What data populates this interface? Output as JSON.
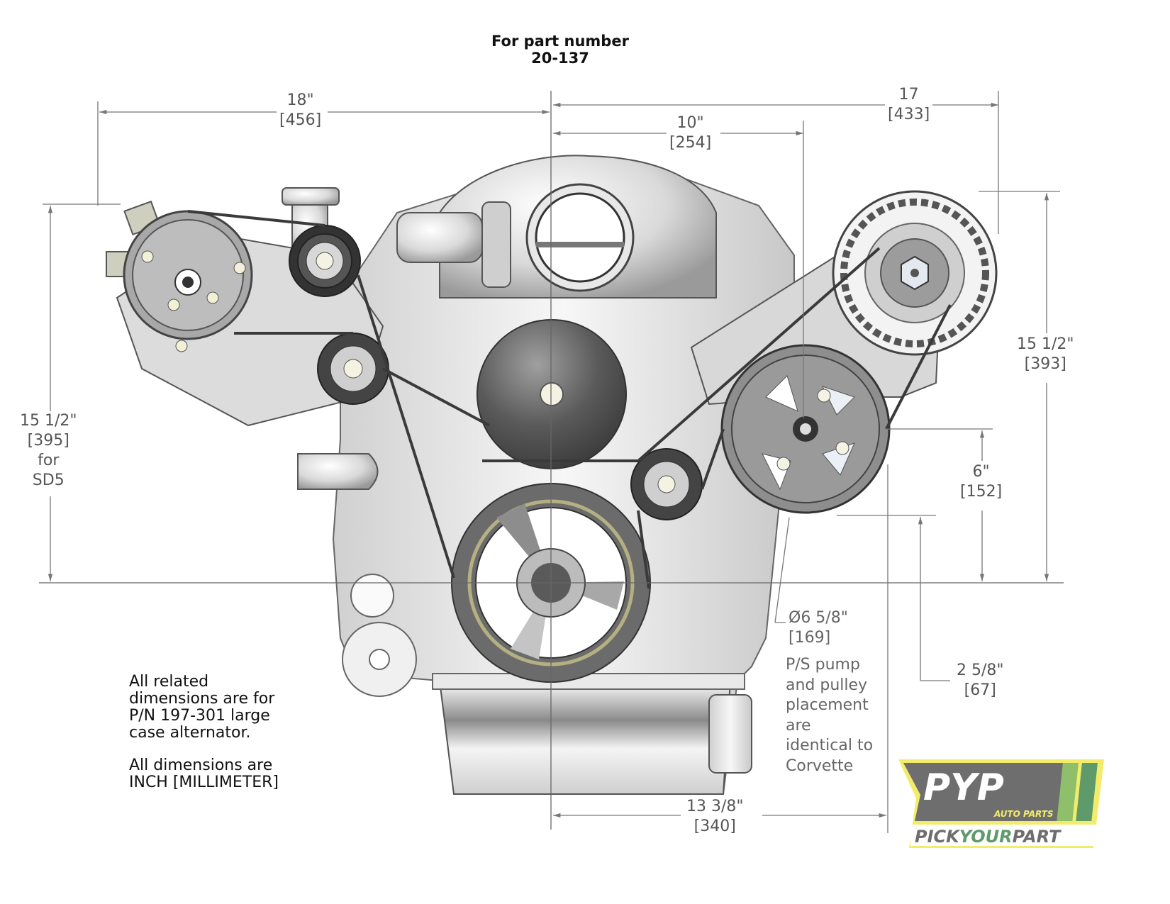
{
  "title": {
    "line1": "For part number",
    "line2": "20-137"
  },
  "dimensions": {
    "overall_left_width": {
      "inch": "18\"",
      "mm": "[456]"
    },
    "overall_right_width": {
      "inch": "17",
      "mm": "[433]"
    },
    "ps_pump_offset": {
      "inch": "10\"",
      "mm": "[254]"
    },
    "left_height": {
      "inch": "15 1/2\"",
      "mm": "[395]",
      "line3": "for",
      "line4": "SD5"
    },
    "right_height": {
      "inch": "15 1/2\"",
      "mm": "[393]"
    },
    "ps_height": {
      "inch": "6\"",
      "mm": "[152]"
    },
    "ps_diameter": {
      "inch": "Ø6 5/8\"",
      "mm": "[169]"
    },
    "low_offset": {
      "inch": "2 5/8\"",
      "mm": "[67]"
    },
    "bottom_width": {
      "inch": "13 3/8\"",
      "mm": "[340]"
    }
  },
  "ps_note": {
    "lines": [
      "P/S pump",
      "and pulley",
      "placement",
      "are",
      "identical to",
      "Corvette"
    ]
  },
  "notes": {
    "alternator": [
      "All related",
      "dimensions are for",
      "P/N 197-301 large",
      "case alternator."
    ],
    "units": [
      "All dimensions are",
      "INCH [MILLIMETER]"
    ]
  },
  "logo": {
    "brand": "PYP",
    "sub": "AUTO PARTS",
    "tagline_a": "PICK",
    "tagline_b": "YOUR",
    "tagline_c": "PART"
  },
  "colors": {
    "dim_line": "#777777",
    "belt": "#3a3a3a",
    "metal_light": "#e6e6e6",
    "metal_mid": "#b8b8b8",
    "metal_dark": "#5e5e5e",
    "logo_yellow": "#f2ec6a",
    "logo_grey": "#6e6e6e",
    "logo_green": "#8fbf6a",
    "logo_green_dark": "#5f9a6a"
  }
}
